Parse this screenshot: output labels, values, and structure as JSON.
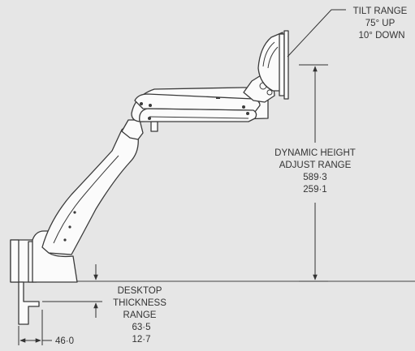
{
  "labels": {
    "tilt_range": [
      "TILT RANGE",
      "75° UP",
      "10° DOWN"
    ],
    "dynamic_height": [
      "DYNAMIC HEIGHT",
      "ADJUST RANGE",
      "589·3",
      "259·1"
    ],
    "desktop_thickness": [
      "DESKTOP",
      "THICKNESS",
      "RANGE",
      "63·5",
      "12·7"
    ],
    "clamp_offset": "46·0"
  },
  "colors": {
    "background": "#e6e6e6",
    "line": "#333333",
    "part_fill": "#fbfbfb"
  }
}
